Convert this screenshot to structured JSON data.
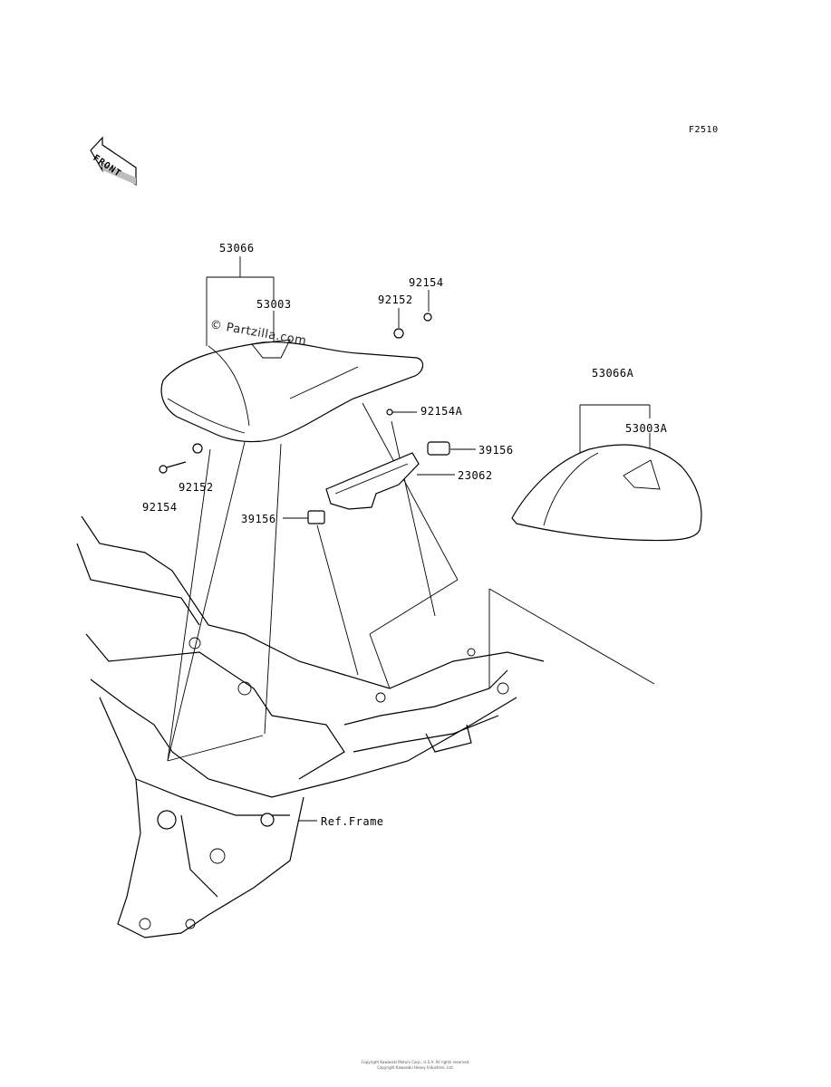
{
  "figure_code": "F2510",
  "front_label": "FRONT",
  "watermark": "© Partzilla.com",
  "parts": {
    "p53066": "53066",
    "p53003": "53003",
    "p92154_top": "92154",
    "p92152_top": "92152",
    "p92154A": "92154A",
    "p39156_right": "39156",
    "p23062": "23062",
    "p39156_left": "39156",
    "p92152_bottom": "92152",
    "p92154_bottom": "92154",
    "p53066A": "53066A",
    "p53003A": "53003A",
    "ref_frame": "Ref.Frame"
  },
  "footer": {
    "line1": "Copyright Kawasaki Motors Corp., U.S.A. All rights reserved.",
    "line2": "Copyright Kawasaki Heavy Industries, Ltd."
  }
}
